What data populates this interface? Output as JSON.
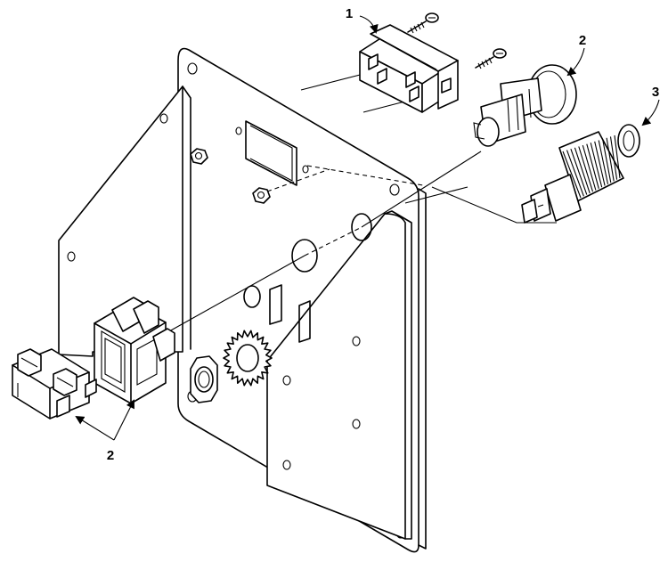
{
  "callouts": [
    {
      "id": "item-1",
      "label": "1"
    },
    {
      "id": "item-2-top",
      "label": "2"
    },
    {
      "id": "item-3",
      "label": "3"
    },
    {
      "id": "item-2-bottom",
      "label": "2"
    }
  ],
  "colors": {
    "line": "#000000",
    "background": "#ffffff"
  }
}
